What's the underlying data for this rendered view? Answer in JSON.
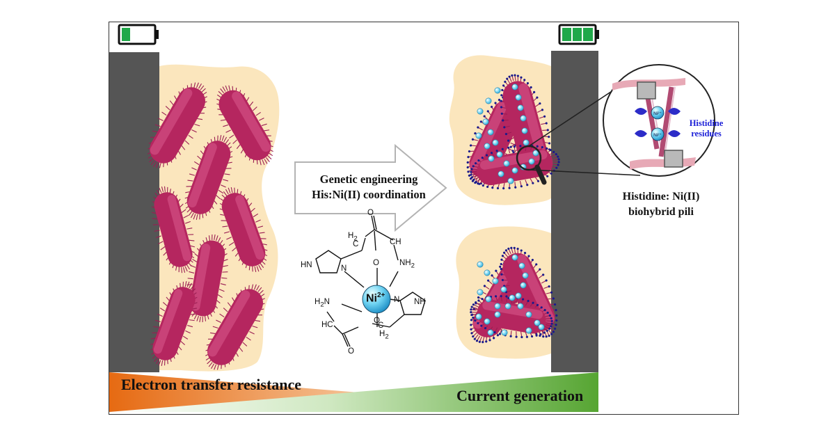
{
  "arrow": {
    "line1": "Genetic engineering",
    "line2": "His:Ni(II) coordination"
  },
  "gradient_bar": {
    "left_label": "Electron transfer resistance",
    "right_label": "Current generation",
    "left_color": "#e8701f",
    "right_color": "#5aa63a"
  },
  "inset": {
    "label_line1": "Histidine: Ni(II)",
    "label_line2": "biohybrid pili",
    "residues_line1": "Histidine",
    "residues_line2": "residues",
    "ni_small": "Ni²⁺"
  },
  "molecule": {
    "center": "Ni",
    "charge": "2+",
    "atoms": {
      "h2_top": "H",
      "h2_top_sub": "2",
      "c_top": "C",
      "o_top": "O",
      "ch_top": "CH",
      "o_mid_top": "O",
      "hn_left": "HN",
      "n_left": "N",
      "nh2_right": "NH",
      "nh2_right_sub": "2",
      "h2n_left": "H",
      "h2n_left_rest": "N",
      "h2n_left_sub": "2",
      "n_right": "N",
      "nh_right": "NH",
      "o_mid_bot": "O",
      "hc_bot": "HC",
      "c_bot": "C",
      "h2_bot": "H",
      "h2_bot_sub": "2",
      "o_bot": "O"
    }
  },
  "battery": {
    "left_state": "low",
    "right_state": "full",
    "color": "#20a84a"
  },
  "colors": {
    "bacteria": "#b5265f",
    "biofilm": "#fbe6bd",
    "electrode": "#555555",
    "nanoparticle": "#6fd0ee",
    "pili_tips": "#1a1a8c"
  }
}
